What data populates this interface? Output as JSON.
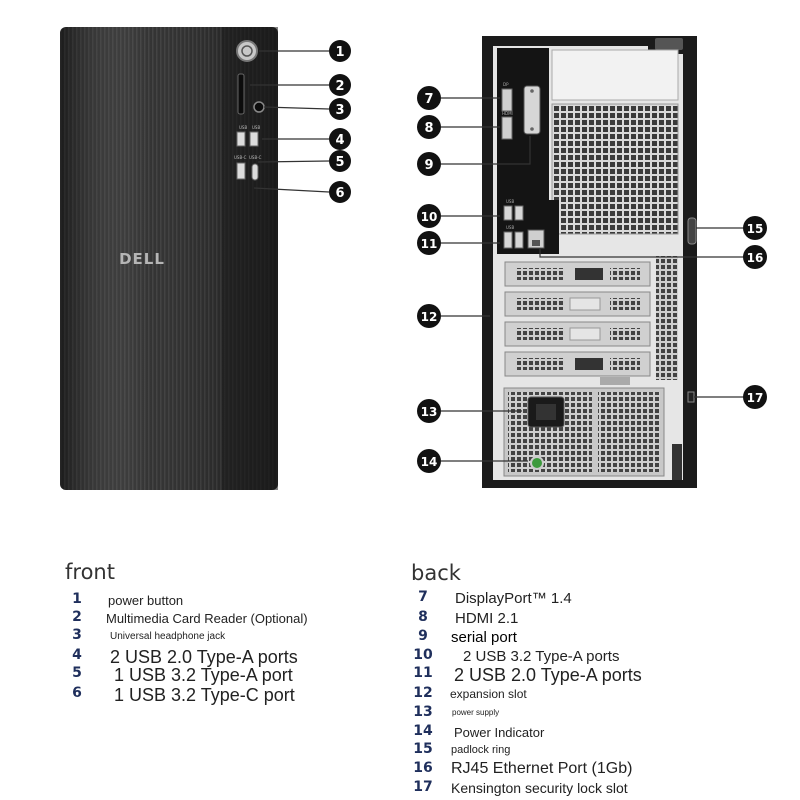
{
  "brand_logo": "DELL",
  "callouts": [
    "1",
    "2",
    "3",
    "4",
    "5",
    "6",
    "7",
    "8",
    "9",
    "10",
    "11",
    "12",
    "13",
    "14",
    "15",
    "16",
    "17"
  ],
  "port_labels": {
    "usb_a_front_left": "USB",
    "usb_a_front_right": "USB",
    "usb_c_left": "USB-C",
    "usb_c_right": "USB-C",
    "dp": "DP",
    "hdmi": "HDMI",
    "usb_rear_top": "USB",
    "usb_rear_bottom": "USB"
  },
  "front": {
    "title": "front",
    "items": [
      {
        "num": "1",
        "label": "power button"
      },
      {
        "num": "2",
        "label": "Multimedia Card Reader (Optional)"
      },
      {
        "num": "3",
        "label": "Universal headphone jack"
      },
      {
        "num": "4",
        "label": "2 USB 2.0 Type-A ports"
      },
      {
        "num": "5",
        "label": "1 USB 3.2 Type-A port"
      },
      {
        "num": "6",
        "label": "1 USB 3.2 Type-C port"
      }
    ]
  },
  "back": {
    "title": "back",
    "items": [
      {
        "num": "7",
        "label": "DisplayPort™ 1.4"
      },
      {
        "num": "8",
        "label": "HDMI 2.1"
      },
      {
        "num": "9",
        "label": "serial port"
      },
      {
        "num": "10",
        "label": "2 USB 3.2 Type-A ports"
      },
      {
        "num": "11",
        "label": "2 USB 2.0 Type-A ports"
      },
      {
        "num": "12",
        "label": "expansion slot"
      },
      {
        "num": "13",
        "label": "power supply"
      },
      {
        "num": "14",
        "label": "Power Indicator"
      },
      {
        "num": "15",
        "label": "padlock ring"
      },
      {
        "num": "16",
        "label": "RJ45 Ethernet Port (1Gb)"
      },
      {
        "num": "17",
        "label": "Kensington security lock slot"
      }
    ]
  }
}
